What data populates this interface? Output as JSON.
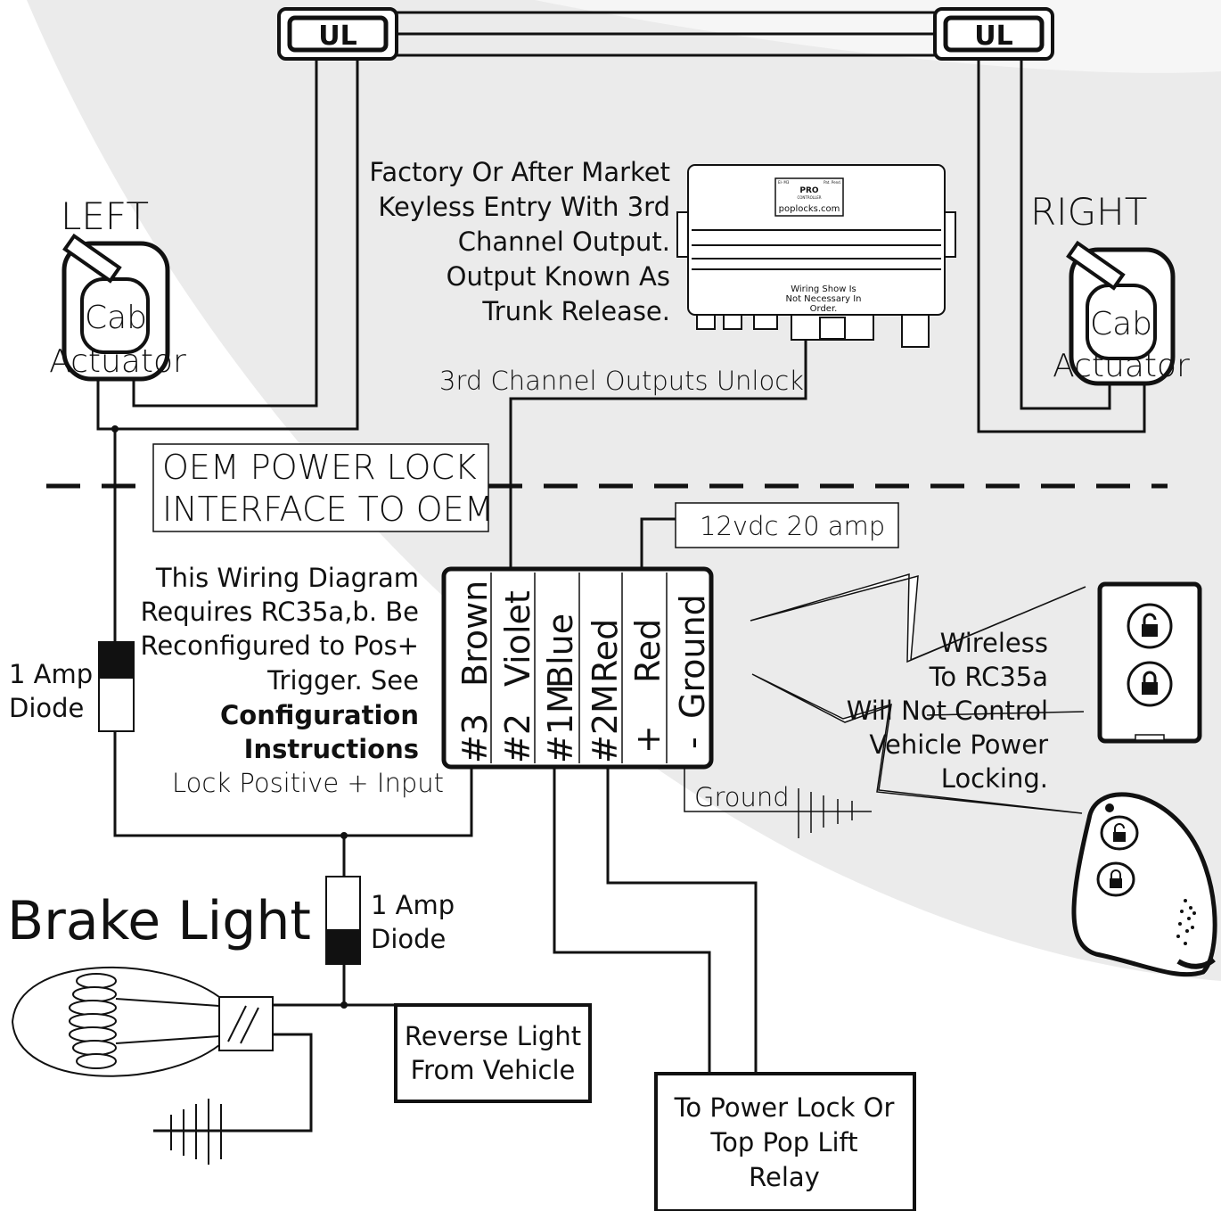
{
  "top_left_actuator_label": "LEFT",
  "top_right_actuator_label": "RIGHT",
  "ul_left": "UL",
  "ul_right": "UL",
  "left_actuator": {
    "line1": "Cab",
    "line2": "Actuator"
  },
  "right_actuator": {
    "line1": "Cab",
    "line2": "Actuator"
  },
  "keyless_note": [
    "Factory Or After Market",
    "Keyless Entry With 3rd",
    "Channel Output.",
    "Output Known As",
    "Trunk Release."
  ],
  "controller": {
    "brand_top": "PRO",
    "brand_sub": "CONTROLLER",
    "site": "poplocks.com",
    "corner_left": "EI- M3",
    "corner_right": "Pat. Pend.",
    "wiring_note": [
      "Wiring Show Is",
      "Not Necessary In",
      "Order."
    ]
  },
  "third_channel_label": "3rd Channel Outputs Unlock",
  "oem_box": [
    "OEM POWER LOCK",
    "INTERFACE TO OEM"
  ],
  "power_label": "12vdc 20 amp",
  "config_note": {
    "lines": [
      "This Wiring Diagram",
      "Requires RC35a,b. Be",
      "Reconfigured to Pos+",
      "Trigger. See"
    ],
    "bold_lines": [
      "Configuration",
      "Instructions"
    ],
    "footer": "Lock Positive + Input"
  },
  "terminals": [
    {
      "num": "#3",
      "color": "Brown"
    },
    {
      "num": "#2",
      "color": "Violet"
    },
    {
      "num": "#1M",
      "color": "Blue"
    },
    {
      "num": "#2M",
      "color": "Red"
    },
    {
      "num": "+",
      "color": "Red"
    },
    {
      "num": "-",
      "color": "Ground"
    }
  ],
  "diode_left": [
    "1 Amp",
    "Diode"
  ],
  "diode_bottom": [
    "1 Amp",
    "Diode"
  ],
  "wireless_note": [
    "Wireless",
    "To RC35a",
    "Will Not Control",
    "Vehicle Power",
    "Locking."
  ],
  "ground_label": "Ground",
  "brake_light_label": "Brake Light",
  "reverse_box": [
    "Reverse Light",
    "From Vehicle"
  ],
  "relay_box": [
    "To Power Lock Or",
    "Top Pop Lift",
    "Relay"
  ]
}
